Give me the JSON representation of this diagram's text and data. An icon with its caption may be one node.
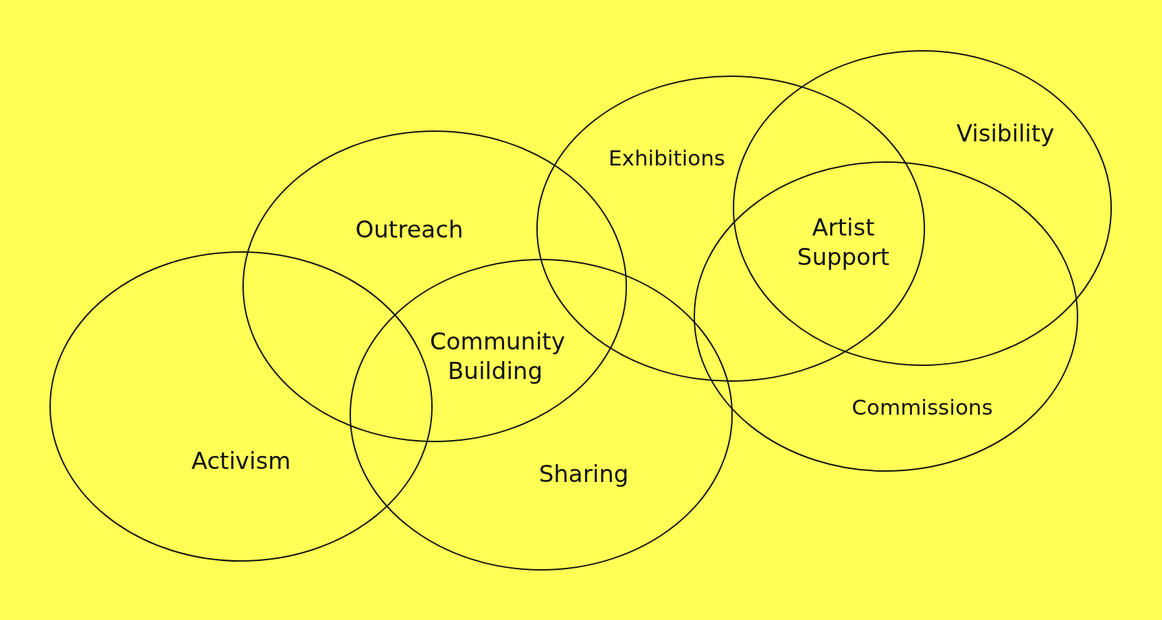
{
  "diagram": {
    "nodes": [
      {
        "text": [
          "Activism"
        ]
      },
      {
        "text": [
          "Outreach"
        ]
      },
      {
        "text": [
          "Sharing"
        ]
      },
      {
        "text": [
          "Exhibitions"
        ]
      },
      {
        "text": [
          "Visibility"
        ]
      },
      {
        "text": [
          "Commissions"
        ]
      }
    ],
    "labels": [
      "Artist Support",
      "Community Building"
    ]
  }
}
